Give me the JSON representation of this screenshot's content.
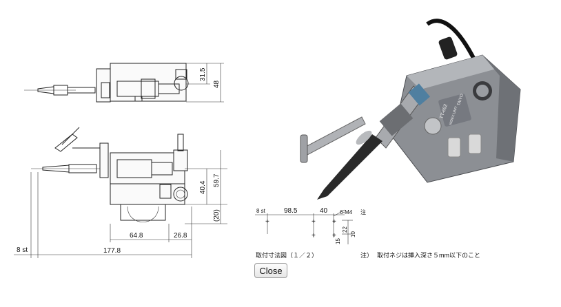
{
  "dimensions": {
    "top_view": {
      "h_inner": "31.5",
      "h_outer": "48"
    },
    "side_view": {
      "h_1": "40.4",
      "h_2": "59.7",
      "h_3": "(20)",
      "w_1": "64.8",
      "w_2": "26.8",
      "w_total": "177.8",
      "stroke": "8 st"
    },
    "mount_drawing": {
      "stroke": "8 st",
      "w_1": "98.5",
      "w_2": "40",
      "holes": "6-M4",
      "note_mark": "注",
      "v_1": "22",
      "v_2": "10",
      "v_3": "15"
    }
  },
  "captions": {
    "mount_title": "取付寸法図（１／２）",
    "note_label": "注）",
    "note_text": "取付ネジは挿入深さ５mm以下のこと"
  },
  "photo": {
    "label_brand": "TAIYO",
    "label_model": "TT-652",
    "label_sub": "INDEX UNIT"
  },
  "button": {
    "close_label": "Close"
  }
}
